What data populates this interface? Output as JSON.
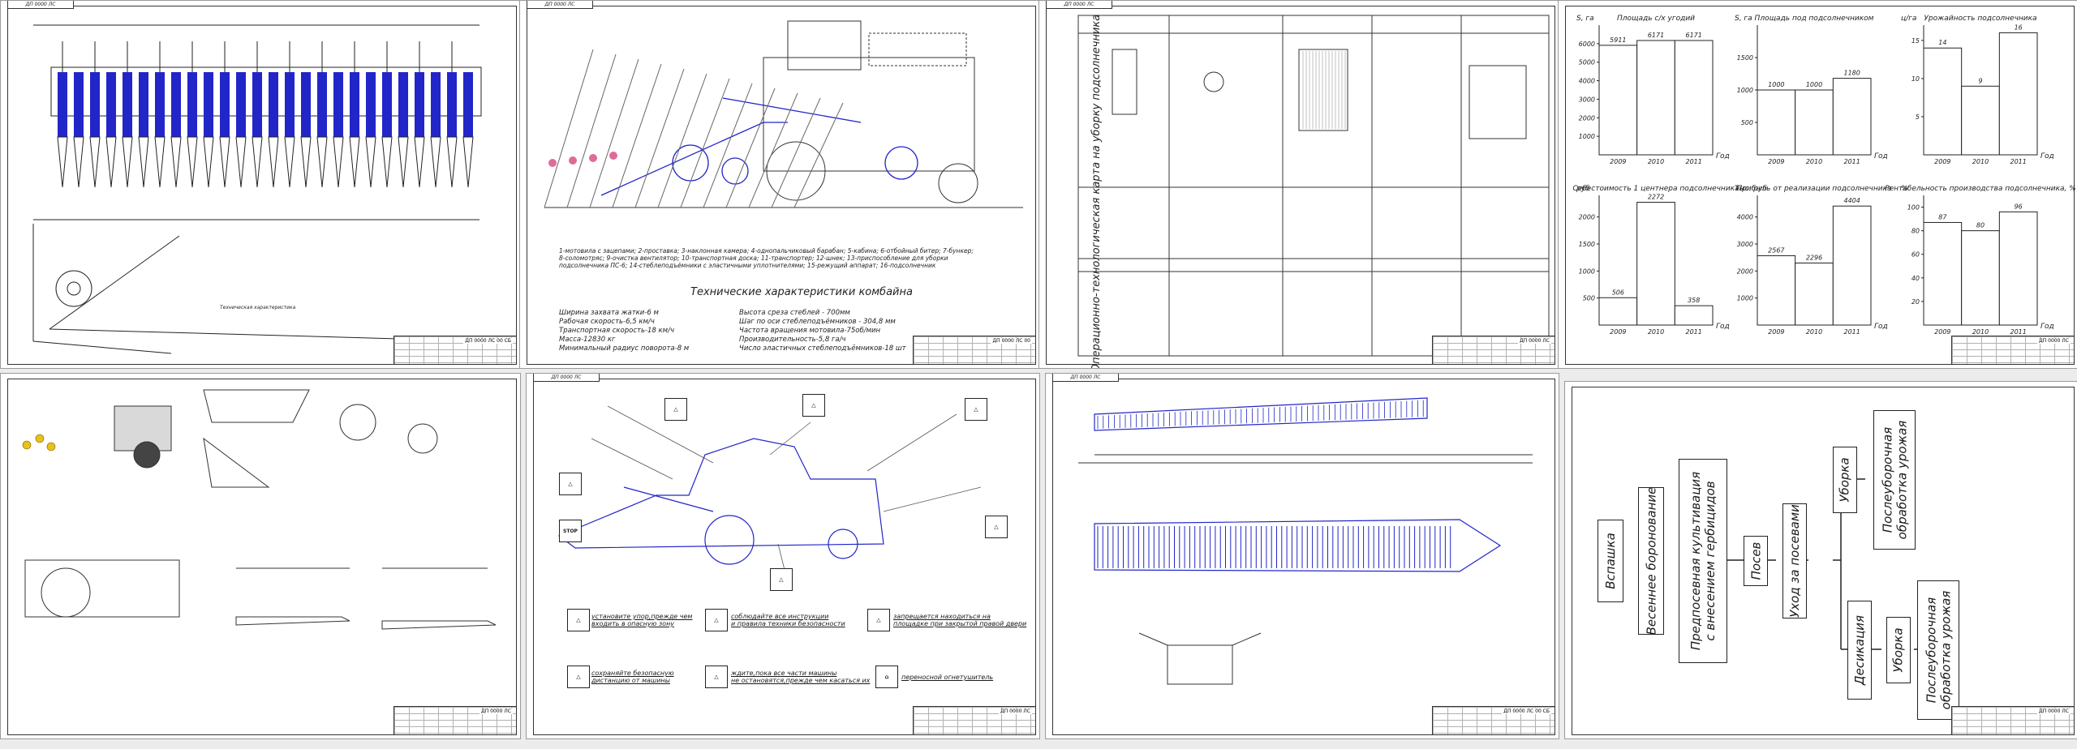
{
  "sheets": {
    "s1": {
      "tab": "ДП 0000 ЛС"
    },
    "s2": {
      "tab": "ДП 0000 ЛС",
      "legend": "1-мотовила с зацепами; 2-проставка; 3-наклонная камера; 4-однопальчиковый барабан; 5-кабина; 6-отбойный битер; 7-бункер;\n8-соломотряс; 9-очистка вентилятор; 10-транспортная доска; 11-транспортер; 12-шнек; 13-приспособление для уборки\nподсолнечника ПС-6; 14-стеблеподъёмники с эластичными уплотнителями; 15-режущий аппарат; 16-подсолнечник",
      "tech_title": "Технические характеристики комбайна",
      "tech_left": "Ширина захвата жатки-6 м\nРабочая скорость-6,5 км/ч\nТранспортная скорость-18 км/ч\nМасса-12830 кг\nМинимальный радиус поворота-8 м",
      "tech_right": "Высота среза стеблей - 700мм\nШаг по оси стеблеподъёмников - 304,8 мм\nЧастота вращения мотовила-75об/мин\nПроизводительность-5,8 га/ч\nЧисло эластичных стеблеподъёмников-18 шт"
    },
    "s3": {
      "tab": "ДП 0000 ЛС",
      "title": "Операционно-технологическая карта на уборку подсолнечника"
    },
    "s6": {
      "tab": "ДП 0000 ЛС"
    },
    "s7": {
      "tab": "ДП 0000 ЛС"
    }
  },
  "stamps": {
    "s1": "ДП 0000 ЛС 00 СБ",
    "s2": "ДП 0000 ЛС 00",
    "s3": "ДП 0000 ЛС",
    "s4": "ДП 0000 ЛС",
    "s5": "ДП 0000 ЛС",
    "s6": "ДП 0000 ЛС",
    "s7": "ДП 0000 ЛС 00 СБ",
    "s8": "ДП 0000 ЛС"
  },
  "chart_data": [
    {
      "type": "bar",
      "title": "Площадь с/х угодий",
      "ylabel": "S, га",
      "xlabel": "Год",
      "categories": [
        "2009",
        "2010",
        "2011"
      ],
      "values": [
        5911,
        6171,
        6171
      ],
      "ylim": [
        0,
        7000
      ],
      "yticks": [
        1000,
        2000,
        3000,
        4000,
        5000,
        6000
      ]
    },
    {
      "type": "bar",
      "title": "Площадь под подсолнечником",
      "ylabel": "S, га",
      "xlabel": "Год",
      "categories": [
        "2009",
        "2010",
        "2011"
      ],
      "values": [
        1000,
        1000,
        1180
      ],
      "ylim": [
        0,
        2000
      ],
      "yticks": [
        500,
        1000,
        1500
      ]
    },
    {
      "type": "bar",
      "title": "Урожайность подсолнечника",
      "ylabel": "ц/га",
      "xlabel": "Год",
      "categories": [
        "2009",
        "2010",
        "2011"
      ],
      "values": [
        14,
        9,
        16
      ],
      "ylim": [
        0,
        17
      ],
      "yticks": [
        5,
        10,
        15
      ]
    },
    {
      "type": "bar",
      "title": "Себестоимость 1 центнера подсолнечника",
      "ylabel": "руб",
      "xlabel": "Год",
      "categories": [
        "2009",
        "2010",
        "2011"
      ],
      "values": [
        506,
        2272,
        358
      ],
      "ylim": [
        0,
        2400
      ],
      "yticks": [
        500,
        1000,
        1500,
        2000
      ]
    },
    {
      "type": "bar",
      "title": "Прибыль от реализации подсолнечника",
      "ylabel": "Тыс. руб",
      "xlabel": "Год",
      "categories": [
        "2009",
        "2010",
        "2011"
      ],
      "values": [
        2567,
        2296,
        4404
      ],
      "ylim": [
        0,
        4800
      ],
      "yticks": [
        1000,
        2000,
        3000,
        4000
      ]
    },
    {
      "type": "bar",
      "title": "Рентабельность производства подсолнечника, %",
      "ylabel": "%",
      "xlabel": "Год",
      "categories": [
        "2009",
        "2010",
        "2011"
      ],
      "values": [
        87,
        80,
        96
      ],
      "ylim": [
        0,
        110
      ],
      "yticks": [
        20,
        40,
        60,
        80,
        100
      ]
    }
  ],
  "warnings": [
    "установите упор,прежде чем\nвходить в опасную зону",
    "соблюдайте все инструкции\nи правила техники безопасности",
    "запрещается находиться на\nплощадке при закрытой правой двери",
    "сохраняйте безопасную\nдистанцию от машины",
    "ждите,пока все части машины\nне остановятся,прежде чем касаться их",
    "переносной огнетушитель"
  ],
  "sign_stop": "STOP",
  "flow": {
    "b1": "Вспашка",
    "b2": "Весеннее боронование",
    "b3": "Предпосевная культивация\nс внесением гербицидов",
    "b4": "Посев",
    "b5": "Уход за посевами",
    "b6": "Уборка",
    "b7": "Послеуборочная\nобработка урожая",
    "b8": "Десикация",
    "b9": "Уборка",
    "b10": "Послеуборочная\nобработка урожая"
  },
  "icons": [
    "warning-icon",
    "stop-icon",
    "extinguisher-icon"
  ],
  "colors": {
    "accent_blue": "#2226c8",
    "line": "#222222",
    "paper": "#ffffff"
  }
}
